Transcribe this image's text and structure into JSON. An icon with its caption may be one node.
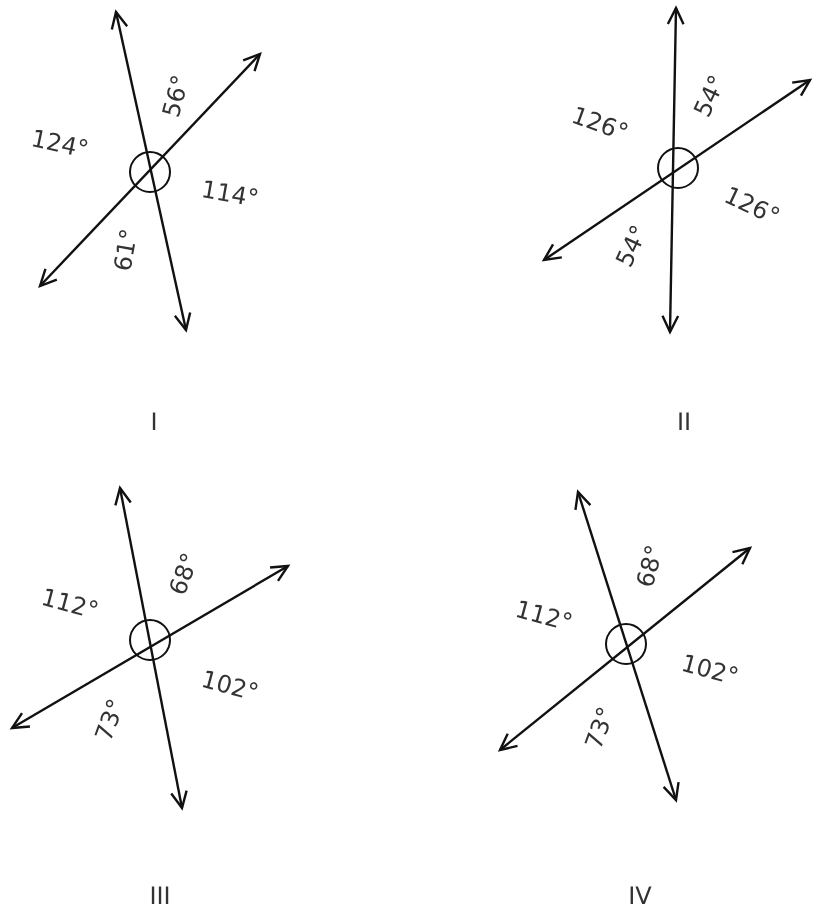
{
  "diagram": {
    "labels": [
      "124°",
      "56°",
      "114°",
      "61°",
      "I",
      "126°",
      "54°",
      "126°",
      "54°",
      "II",
      "112°",
      "68°",
      "102°",
      "73°",
      "III",
      "112°",
      "68°",
      "102°",
      "73°",
      "IV"
    ]
  }
}
